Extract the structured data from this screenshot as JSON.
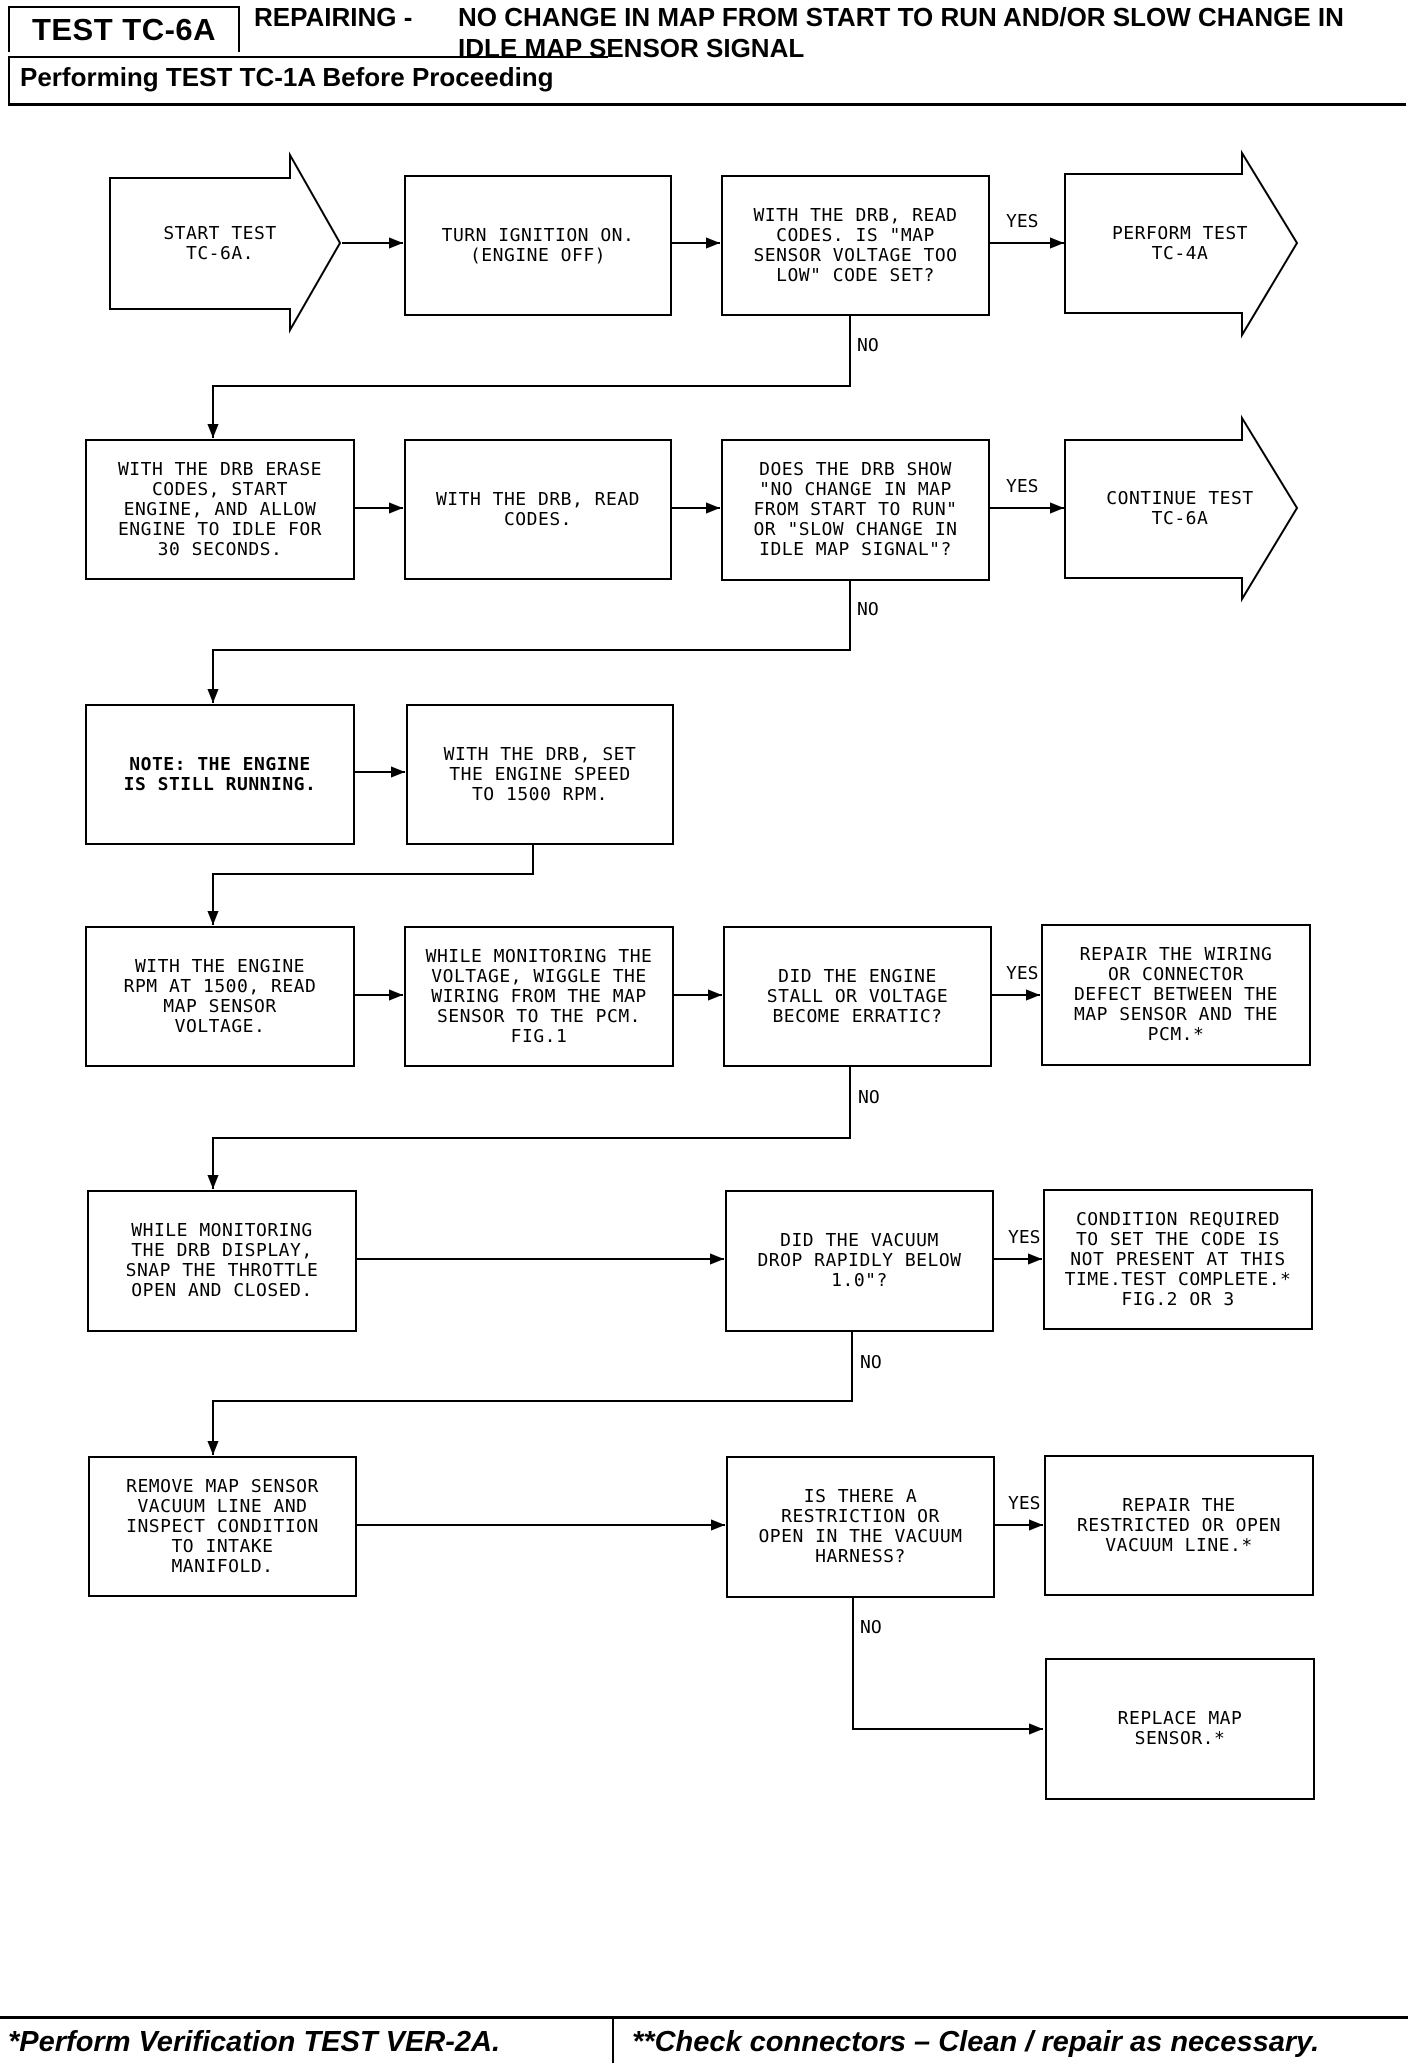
{
  "header": {
    "test_id": "TEST TC-6A",
    "repairing": "REPAIRING -",
    "description": "NO CHANGE IN MAP FROM START TO RUN AND/OR SLOW CHANGE IN IDLE MAP SENSOR SIGNAL",
    "subtitle": "Performing TEST TC-1A Before Proceeding"
  },
  "nodes": {
    "start": "START TEST\nTC-6A.",
    "ignition_on": "TURN IGNITION ON.\n(ENGINE OFF)",
    "read_codes_low": "WITH THE DRB, READ\nCODES. IS \"MAP\nSENSOR VOLTAGE TOO\nLOW\" CODE SET?",
    "perform_tc4a": "PERFORM TEST\nTC-4A",
    "erase_codes": "WITH THE DRB ERASE\nCODES, START\nENGINE, AND ALLOW\nENGINE TO IDLE FOR\n30 SECONDS.",
    "read_codes": "WITH THE DRB, READ\nCODES.",
    "drb_show": "DOES THE DRB SHOW\n\"NO CHANGE IN MAP\nFROM START TO RUN\"\nOR \"SLOW CHANGE IN\nIDLE MAP SIGNAL\"?",
    "continue_tc6a": "CONTINUE TEST\nTC-6A",
    "note_running": "NOTE: THE ENGINE\nIS STILL RUNNING.",
    "set_speed": "WITH THE DRB, SET\nTHE ENGINE SPEED\nTO 1500 RPM.",
    "read_voltage": "WITH THE ENGINE\nRPM AT 1500, READ\nMAP SENSOR\nVOLTAGE.",
    "wiggle": "WHILE MONITORING THE\nVOLTAGE, WIGGLE THE\nWIRING FROM THE MAP\nSENSOR TO THE PCM.\nFIG.1",
    "stall": "DID THE ENGINE\nSTALL OR VOLTAGE\nBECOME ERRATIC?",
    "repair_wiring": "REPAIR THE WIRING\nOR CONNECTOR\nDEFECT BETWEEN THE\nMAP SENSOR AND THE\nPCM.*",
    "snap_throttle": "WHILE MONITORING\nTHE DRB DISPLAY,\nSNAP THE THROTTLE\nOPEN AND CLOSED.",
    "vacuum_drop": "DID THE VACUUM\nDROP RAPIDLY BELOW\n1.0\"?",
    "condition": "CONDITION REQUIRED\nTO SET THE CODE IS\nNOT PRESENT AT THIS\nTIME.TEST COMPLETE.*\nFIG.2 OR 3",
    "remove_line": "REMOVE MAP SENSOR\nVACUUM LINE AND\nINSPECT CONDITION\nTO INTAKE\nMANIFOLD.",
    "restriction": "IS THERE A\nRESTRICTION OR\nOPEN IN THE VACUUM\nHARNESS?",
    "repair_line": "REPAIR THE\nRESTRICTED OR OPEN\nVACUUM LINE.*",
    "replace_sensor": "REPLACE MAP\nSENSOR.*"
  },
  "edge_labels": {
    "yes": "YES",
    "no": "NO"
  },
  "footer": {
    "left": "*Perform Verification TEST VER-2A.",
    "right": "**Check connectors – Clean / repair as necessary."
  }
}
